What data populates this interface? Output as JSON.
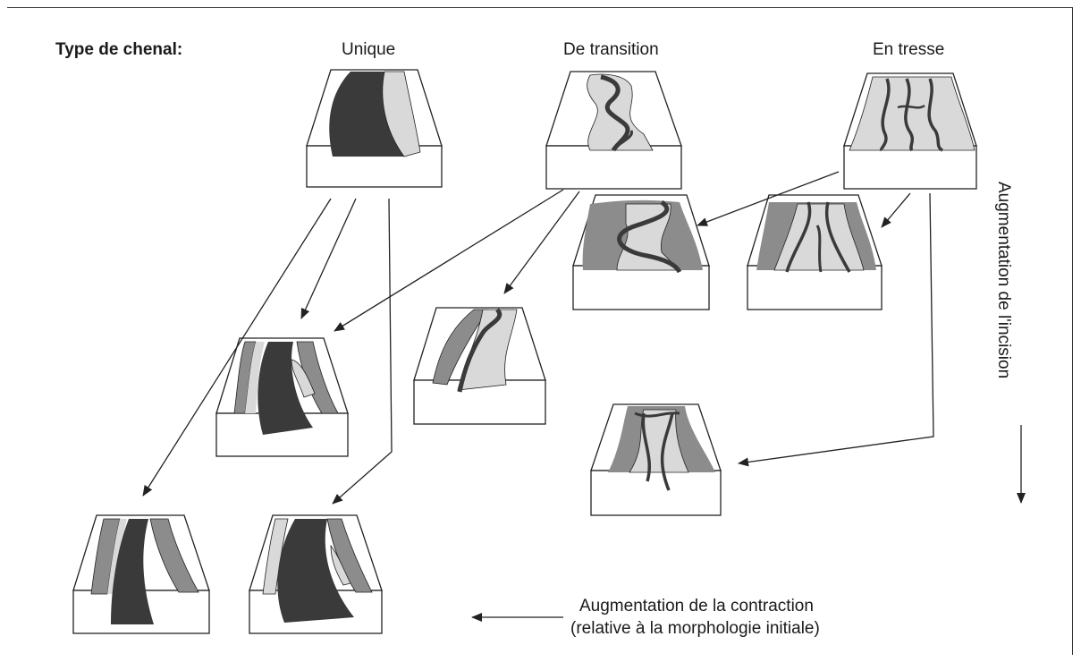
{
  "header": {
    "channel_type_label": "Type de chenal:",
    "columns": [
      "Unique",
      "De transition",
      "En tresse"
    ]
  },
  "axes": {
    "incision_label": "Augmentation de l'incision",
    "contraction_label_line1": "Augmentation de la contraction",
    "contraction_label_line2": "(relative à la morphologie initiale)"
  },
  "colors": {
    "channel_dark": "#3a3a3a",
    "bar_light": "#d9d9d9",
    "terrace_mid": "#8c8c8c",
    "outline": "#222222"
  }
}
